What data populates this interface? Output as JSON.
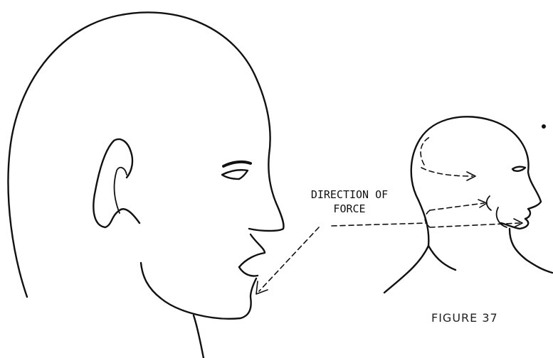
{
  "labels": {
    "direction_line1": "DIRECTION OF",
    "direction_line2": "FORCE"
  },
  "caption": "FIGURE 37",
  "figures": {
    "large_head": "head-profile-large",
    "small_head": "head-profile-small"
  },
  "colors": {
    "ink": "#111111",
    "background": "#ffffff"
  }
}
